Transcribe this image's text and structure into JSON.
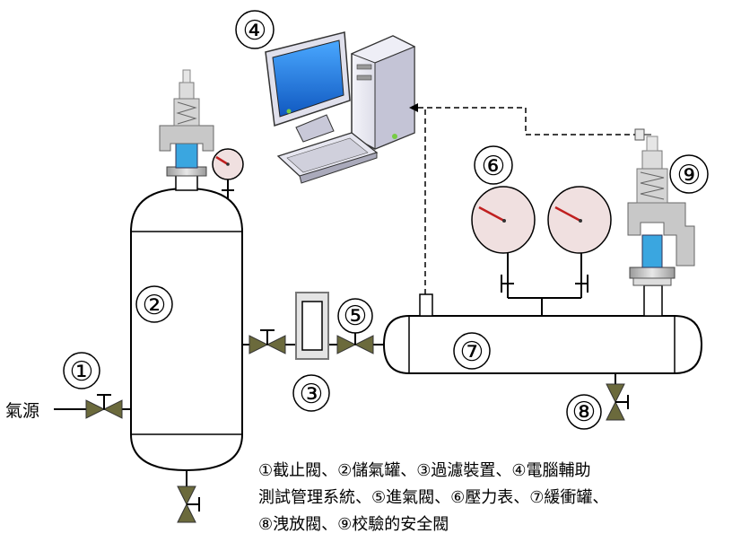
{
  "labels": {
    "n1": "①",
    "n2": "②",
    "n3": "③",
    "n4": "④",
    "n5": "⑤",
    "n6": "⑥",
    "n7": "⑦",
    "n8": "⑧",
    "n9": "⑨"
  },
  "gas_source": "氣源",
  "legend": {
    "line1": "①截止閥、②儲氣罐、③過濾裝置、④電腦輔助",
    "line2": "測試管理系統、⑤進氣閥、⑥壓力表、⑦緩衝罐、",
    "line3": "⑧洩放閥、⑨校驗的安全閥"
  },
  "colors": {
    "valve": "#6b6a3c",
    "gauge_face": "#f0e0e0",
    "gauge_needle": "#c02020",
    "relief_body": "#c8c8c8",
    "relief_blue": "#3aa6e0",
    "monitor_screen": "#1e78d8",
    "computer_body": "#d8d8e8"
  }
}
